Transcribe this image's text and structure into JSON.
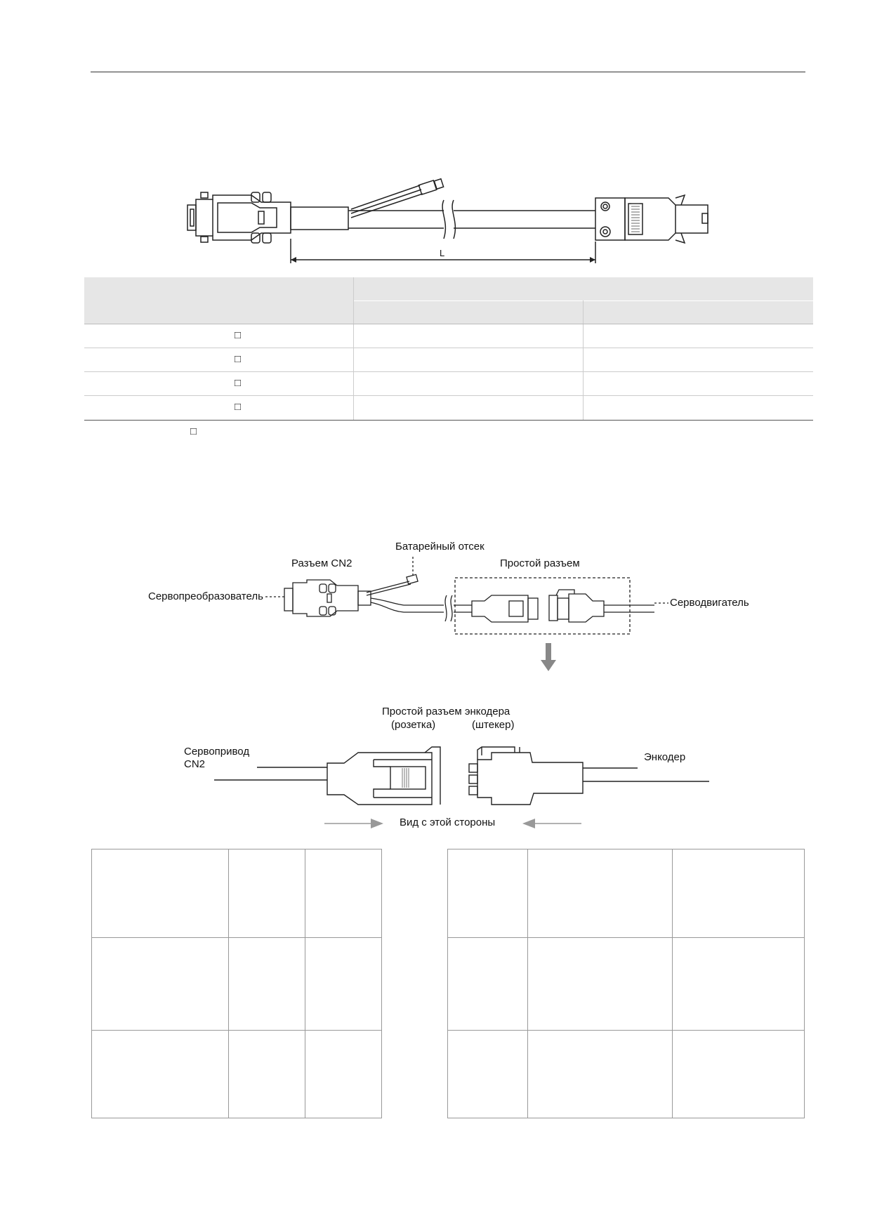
{
  "figure_top": {
    "length_label": "L"
  },
  "model_table": {
    "checkbox_glyph": "□",
    "rows": 4,
    "note_glyph": "□"
  },
  "figure_wiring": {
    "battery_label": "Батарейный отсек",
    "cn2_label": "Разъем CN2",
    "quick_connector_label": "Простой разъем",
    "servo_drive_label": "Сервопреобразователь",
    "servo_motor_label": "Серводвигатель"
  },
  "figure_connector": {
    "title": "Простой разъем энкодера",
    "socket_label": "(розетка)",
    "plug_label": "(штекер)",
    "drive_label_line1": "Сервопривод",
    "drive_label_line2": "CN2",
    "encoder_label": "Энкодер",
    "view_label": "Вид с этой стороны"
  }
}
